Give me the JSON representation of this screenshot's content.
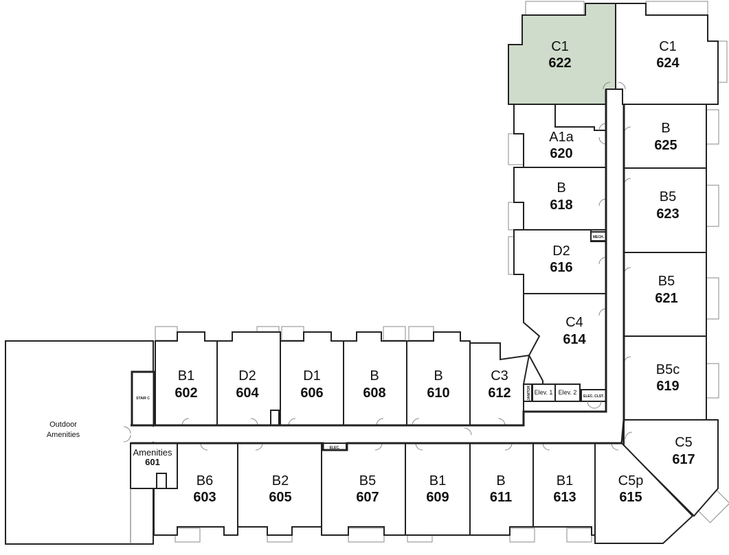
{
  "colors": {
    "highlight": "#cfdccb",
    "wall": "#222222"
  },
  "outdoor": {
    "line1": "Outdoor",
    "line2": "Amenities"
  },
  "amenities": {
    "label": "Amenities",
    "number": "601"
  },
  "labels": {
    "stair": "STAIR C",
    "mech": "MECH.",
    "mech2": "MECH.",
    "elec": "ELEC.",
    "janitor": "JANITOR",
    "elev1": "Elev. 1",
    "elev2": "Elev. 2",
    "elec_closet": "ELEC. CLST."
  },
  "units": [
    {
      "id": "u622",
      "type": "C1",
      "number": "622",
      "highlighted": true
    },
    {
      "id": "u624",
      "type": "C1",
      "number": "624",
      "highlighted": false
    },
    {
      "id": "u620",
      "type": "A1a",
      "number": "620",
      "highlighted": false
    },
    {
      "id": "u625",
      "type": "B",
      "number": "625",
      "highlighted": false
    },
    {
      "id": "u618",
      "type": "B",
      "number": "618",
      "highlighted": false
    },
    {
      "id": "u623",
      "type": "B5",
      "number": "623",
      "highlighted": false
    },
    {
      "id": "u616",
      "type": "D2",
      "number": "616",
      "highlighted": false
    },
    {
      "id": "u621",
      "type": "B5",
      "number": "621",
      "highlighted": false
    },
    {
      "id": "u614",
      "type": "C4",
      "number": "614",
      "highlighted": false
    },
    {
      "id": "u619",
      "type": "B5c",
      "number": "619",
      "highlighted": false
    },
    {
      "id": "u602",
      "type": "B1",
      "number": "602",
      "highlighted": false
    },
    {
      "id": "u604",
      "type": "D2",
      "number": "604",
      "highlighted": false
    },
    {
      "id": "u606",
      "type": "D1",
      "number": "606",
      "highlighted": false
    },
    {
      "id": "u608",
      "type": "B",
      "number": "608",
      "highlighted": false
    },
    {
      "id": "u610",
      "type": "B",
      "number": "610",
      "highlighted": false
    },
    {
      "id": "u612",
      "type": "C3",
      "number": "612",
      "highlighted": false
    },
    {
      "id": "u617",
      "type": "C5",
      "number": "617",
      "highlighted": false
    },
    {
      "id": "u603",
      "type": "B6",
      "number": "603",
      "highlighted": false
    },
    {
      "id": "u605",
      "type": "B2",
      "number": "605",
      "highlighted": false
    },
    {
      "id": "u607",
      "type": "B5",
      "number": "607",
      "highlighted": false
    },
    {
      "id": "u609",
      "type": "B1",
      "number": "609",
      "highlighted": false
    },
    {
      "id": "u611",
      "type": "B",
      "number": "611",
      "highlighted": false
    },
    {
      "id": "u613",
      "type": "B1",
      "number": "613",
      "highlighted": false
    },
    {
      "id": "u615",
      "type": "C5p",
      "number": "615",
      "highlighted": false
    }
  ]
}
